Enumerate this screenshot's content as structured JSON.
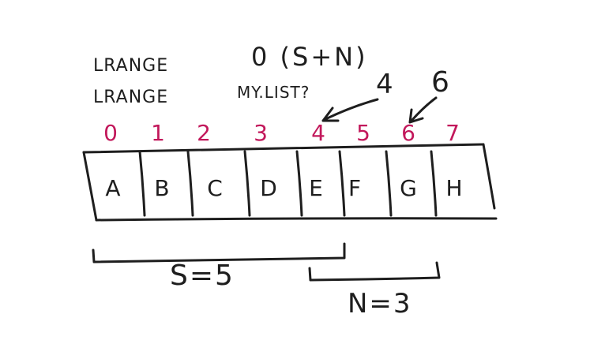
{
  "colors": {
    "ink": "#1e1e1e",
    "index_red": "#c2185b",
    "background": "#ffffff"
  },
  "commands": {
    "line1": {
      "keyword": "LRANGE",
      "args": "0 (S+N)"
    },
    "line2": {
      "keyword": "LRANGE",
      "args": "MY.LIST?",
      "val_a": "4",
      "val_b": "6"
    }
  },
  "indices": [
    "0",
    "1",
    "2",
    "3",
    "4",
    "5",
    "6",
    "7"
  ],
  "cells": [
    "A",
    "B",
    "C",
    "D",
    "E",
    "F",
    "G",
    "H"
  ],
  "brackets": {
    "s_label": "S=5",
    "n_label": "N=3"
  }
}
